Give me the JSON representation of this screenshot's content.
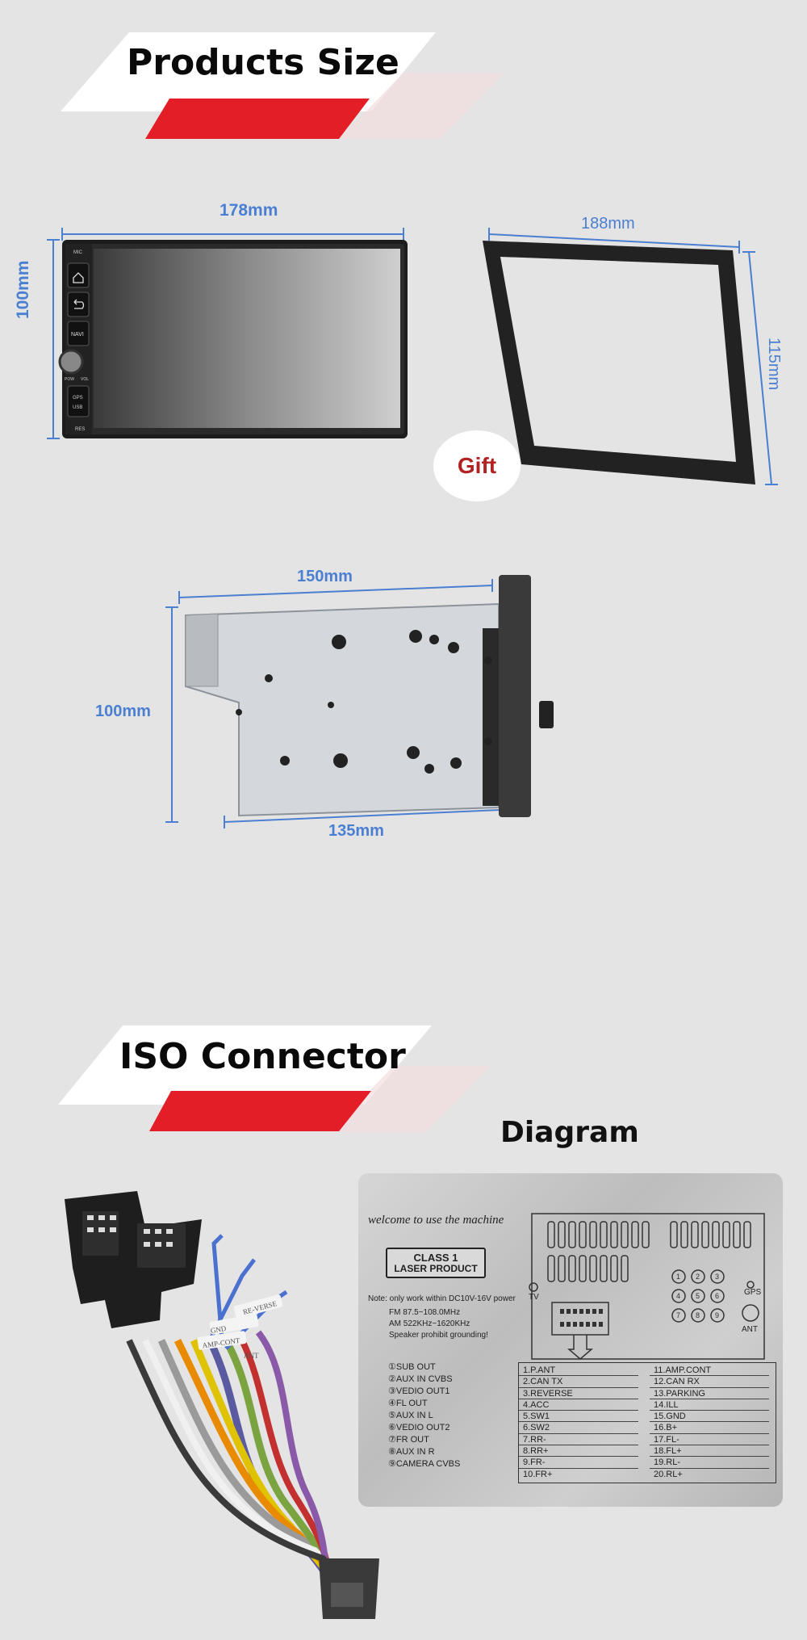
{
  "sections": {
    "products_size": {
      "title": "Products Size"
    },
    "iso_connector": {
      "title": "ISO Connector"
    }
  },
  "dimensions": {
    "unit_width": "178mm",
    "unit_height": "100mm",
    "frame_width": "188mm",
    "frame_height": "115mm",
    "side_depth_top": "150mm",
    "side_height": "100mm",
    "side_depth_bottom": "135mm"
  },
  "gift_badge": "Gift",
  "unit_buttons": {
    "mic": "MIC",
    "navi": "NAVI",
    "pow": "POW",
    "vol": "VOL",
    "gps": "GPS",
    "usb": "USB",
    "res": "RES"
  },
  "diagram": {
    "title": "Diagram",
    "welcome": "welcome to use the machine",
    "class_label_line1": "CLASS 1",
    "class_label_line2": "LASER PRODUCT",
    "note": "Note: only work within DC10V-16V power",
    "fm": "FM  87.5~108.0MHz",
    "am": "AM  522KHz~1620KHz",
    "speaker": "Speaker prohibit grounding!",
    "tv": "TV",
    "gps": "GPS",
    "ant": "ANT",
    "outputs": [
      "①SUB OUT",
      "②AUX IN CVBS",
      "③VEDIO OUT1",
      "④FL OUT",
      "⑤AUX IN L",
      "⑥VEDIO OUT2",
      "⑦FR OUT",
      "⑧AUX IN R",
      "⑨CAMERA CVBS"
    ],
    "pins_left": [
      "1.P.ANT",
      "2.CAN TX",
      "3.REVERSE",
      "4.ACC",
      "5.SW1",
      "6.SW2",
      "7.RR-",
      "8.RR+",
      "9.FR-",
      "10.FR+"
    ],
    "pins_right": [
      "11.AMP.CONT",
      "12.CAN RX",
      "13.PARKING",
      "14.ILL",
      "15.GND",
      "16.B+",
      "17.FL-",
      "18.FL+",
      "19.RL-",
      "20.RL+"
    ]
  },
  "harness_tags": [
    "GND",
    "AMP-CONT",
    "ANT",
    "RE-VERSE"
  ],
  "colors": {
    "accent_red": "#e41e26",
    "dimension_blue": "#4a7fd2",
    "background": "#e4e4e4"
  }
}
